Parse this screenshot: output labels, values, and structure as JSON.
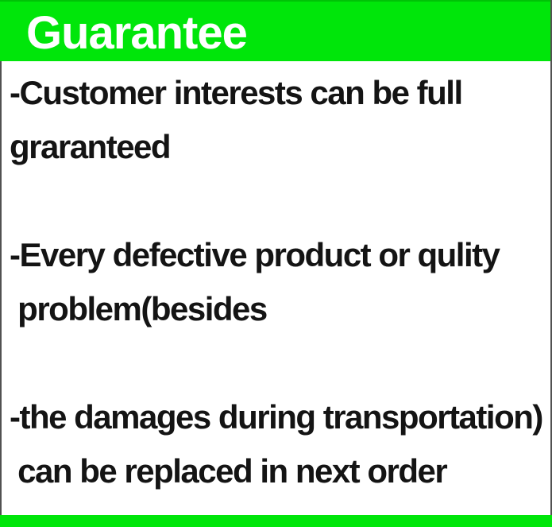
{
  "header": {
    "title": "Guarantee"
  },
  "body": {
    "paragraphs": [
      {
        "lines": [
          "-Customer interests can be full",
          "graranteed"
        ]
      },
      {
        "lines": [
          "-Every defective product or qulity",
          " problem(besides"
        ]
      },
      {
        "lines": [
          "-the damages during transportation)",
          " can be replaced in next order"
        ]
      }
    ]
  },
  "colors": {
    "accent_green": "#00e60a",
    "accent_green_dark_edge": "#00c207",
    "header_text": "#ffffff",
    "body_text": "#141414",
    "edge_gray": "#515151"
  }
}
